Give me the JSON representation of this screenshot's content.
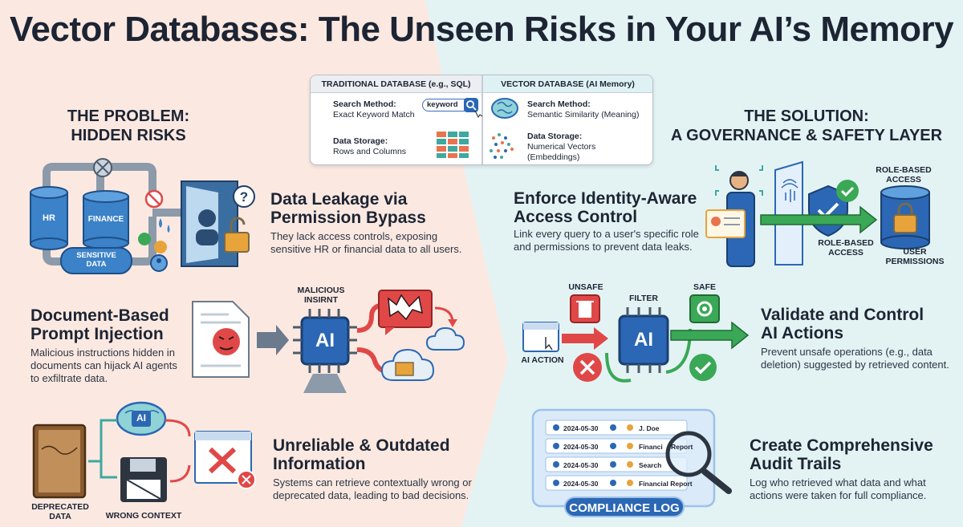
{
  "title": "Vector Databases: The Unseen Risks in Your AI’s Memory",
  "problem_heading": [
    "THE PROBLEM:",
    "HIDDEN RISKS"
  ],
  "solution_heading": [
    "THE SOLUTION:",
    "A GOVERNANCE & SAFETY LAYER"
  ],
  "comparison": {
    "left_header": "TRADITIONAL DATABASE (e.g., SQL)",
    "right_header": "VECTOR DATABASE (AI Memory)",
    "left_search_label": "Search Method:",
    "left_search_value": "Exact Keyword Match",
    "keyword_box": "keyword",
    "left_storage_label": "Data Storage:",
    "left_storage_value": "Rows and Columns",
    "right_search_label": "Search Method:",
    "right_search_value": "Semantic Similarity (Meaning)",
    "right_storage_label": "Data Storage:",
    "right_storage_value_1": "Numerical Vectors",
    "right_storage_value_2": "(Embeddings)"
  },
  "problems": [
    {
      "title": [
        "Data Leakage via",
        "Permission Bypass"
      ],
      "desc": [
        "They lack access controls, exposing",
        "sensitive HR or financial data to all users."
      ],
      "labels": {
        "hr": "HR",
        "finance": "FINANCE",
        "sensitive": [
          "SENSITIVE",
          "DATA"
        ]
      }
    },
    {
      "title": [
        "Document-Based",
        "Prompt Injection"
      ],
      "desc": [
        "Malicious instructions hidden in",
        "documents can hijack AI agents",
        "to exfiltrate data."
      ],
      "labels": {
        "malicious": [
          "MALICIOUS",
          "INSIRNT"
        ],
        "ai": "AI"
      }
    },
    {
      "title": [
        "Unreliable & Outdated",
        "Information"
      ],
      "desc": [
        "Systems can retrieve contextually wrong or",
        "deprecated data, leading to bad decisions."
      ],
      "labels": {
        "deprecated": [
          "DEPRECATED",
          "DATA"
        ],
        "wrong_context": "WRONG CONTEXT",
        "ai": "AI"
      }
    }
  ],
  "solutions": [
    {
      "title": [
        "Enforce Identity-Aware",
        "Access Control"
      ],
      "desc": [
        "Link every query to a user's specific role",
        "and permissions to prevent data leaks."
      ],
      "labels": {
        "rba_top": [
          "ROLE-BASED",
          "ACCESS"
        ],
        "rba_mid": [
          "ROLE-BASED",
          "ACCESS"
        ],
        "user_perm": [
          "USER",
          "PERMISSIONS"
        ]
      }
    },
    {
      "title": [
        "Validate and Control",
        "AI Actions"
      ],
      "desc": [
        "Prevent unsafe operations (e.g., data",
        "deletion) suggested by retrieved content."
      ],
      "labels": {
        "unsafe": "UNSAFE",
        "filter": "FILTER",
        "safe": "SAFE",
        "ai_action": "AI ACTION",
        "ai": "AI"
      }
    },
    {
      "title": [
        "Create Comprehensive",
        "Audit Trails"
      ],
      "desc": [
        "Log who retrieved what data and what",
        "actions were taken for full compliance."
      ],
      "labels": {
        "compliance": "COMPLIANCE LOG"
      },
      "log_rows": [
        {
          "date": "2024-05-30",
          "text": "J. Doe"
        },
        {
          "date": "2024-05-30",
          "text": "Financi"
        },
        {
          "date": "2024-05-30",
          "text": "Search"
        },
        {
          "date": "2024-05-30",
          "text": "Financial Report"
        }
      ],
      "report_tag": "Report"
    }
  ],
  "colors": {
    "left_bg": "#fbe9e1",
    "right_bg": "#e3f3f4",
    "accent_blue": "#2b67b4",
    "danger": "#e04848",
    "safe": "#3aa856"
  }
}
